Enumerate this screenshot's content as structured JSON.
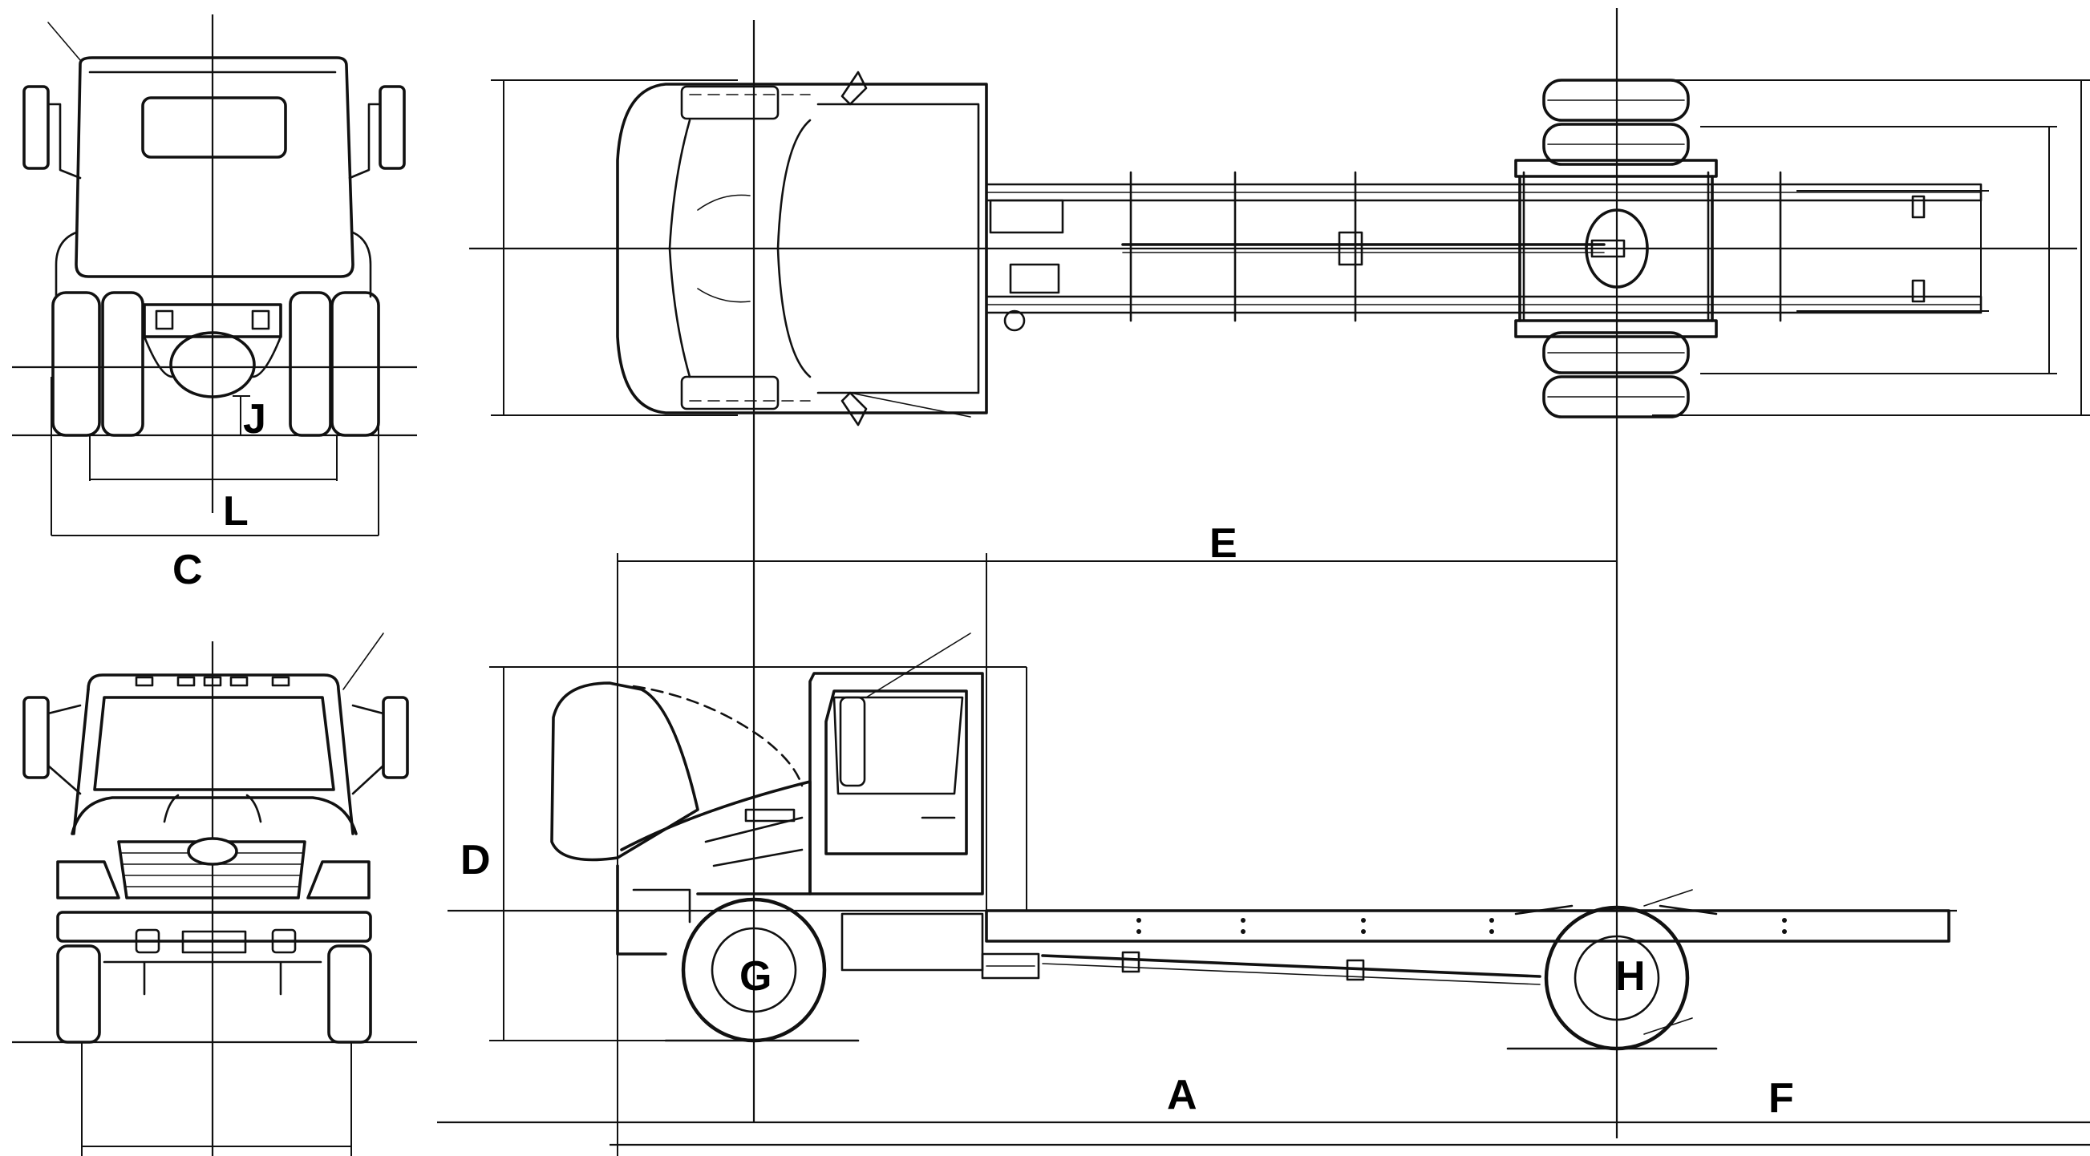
{
  "diagram": {
    "labels": {
      "A": "A",
      "C": "C",
      "D": "D",
      "E": "E",
      "F": "F",
      "G": "G",
      "H": "H",
      "J": "J",
      "L": "L"
    },
    "views": [
      "rear-view",
      "top-view",
      "front-view",
      "side-view"
    ]
  }
}
